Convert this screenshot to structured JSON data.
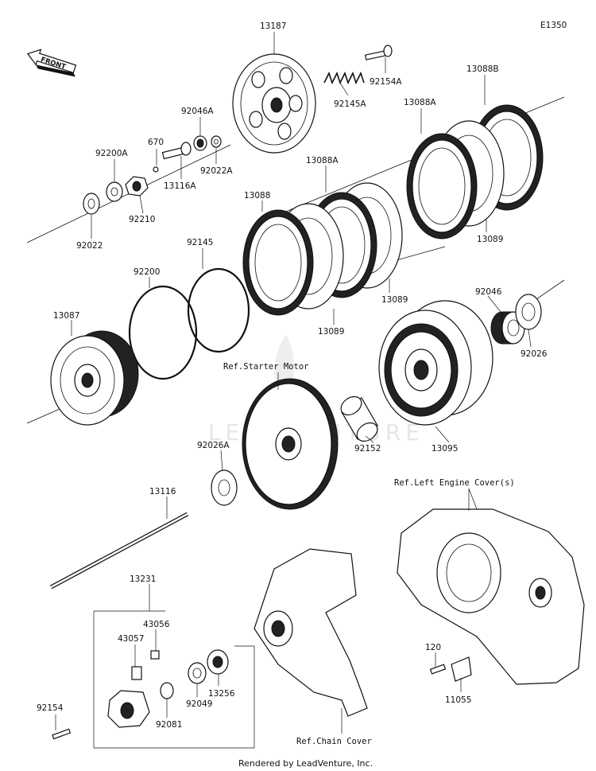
{
  "diagram_code": "E1350",
  "front_label": "FRONT",
  "watermark": "LEADVENTURE",
  "footer": "Rendered by LeadVenture, Inc.",
  "references": {
    "starter_motor": "Ref.Starter Motor",
    "left_engine_cover": "Ref.Left Engine Cover(s)",
    "chain_cover": "Ref.Chain Cover"
  },
  "parts": {
    "p13187": "13187",
    "p92154a": "92154A",
    "p92145a": "92145A",
    "p13088b": "13088B",
    "p13088a_top": "13088A",
    "p92046a": "92046A",
    "p670": "670",
    "p92022a": "92022A",
    "p92200a": "92200A",
    "p13116a": "13116A",
    "p92210": "92210",
    "p13088a_mid": "13088A",
    "p92022": "92022",
    "p13088": "13088",
    "p13089_right": "13089",
    "p92145": "92145",
    "p92200": "92200",
    "p13089_mid": "13089",
    "p13089_low": "13089",
    "p92046": "92046",
    "p13087": "13087",
    "p92026": "92026",
    "p92026a": "92026A",
    "p92152": "92152",
    "p13095": "13095",
    "p13116": "13116",
    "p13231": "13231",
    "p43056": "43056",
    "p43057": "43057",
    "p120": "120",
    "p11055": "11055",
    "p13256": "13256",
    "p92154": "92154",
    "p92081": "92081",
    "p92049": "92049"
  }
}
